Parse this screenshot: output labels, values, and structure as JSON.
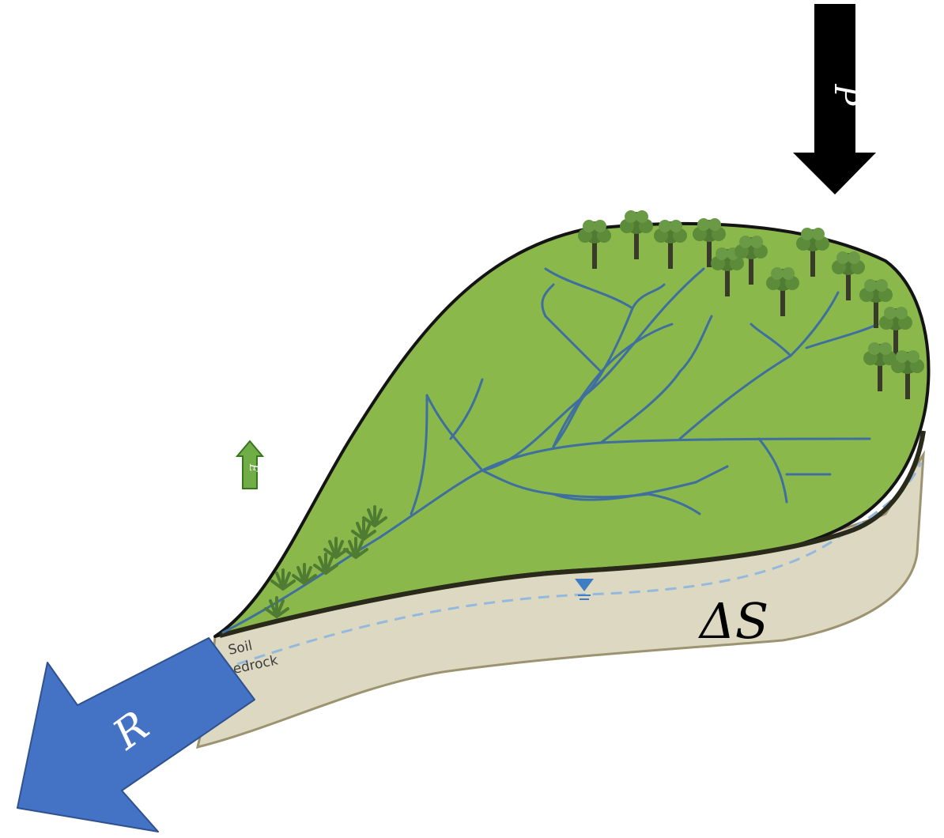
{
  "diagram": {
    "labels": {
      "precipitation": "P",
      "runoff": "R",
      "evapotranspiration": "E",
      "storage_change": "ΔS",
      "soil_layer": "Soil",
      "bedrock_layer": "edrock"
    },
    "colors": {
      "catchment_fill": "#8ab84a",
      "catchment_outline": "#141414",
      "soil_fill": "#ddd8c2",
      "soil_edge": "#9c9370",
      "stream": "#3f6f9e",
      "water_table": "#93b9dc",
      "water_table_marker": "#3e7cc4",
      "tree_canopy": "#4f7b32",
      "tree_trunk": "#3a3a2a",
      "precip_arrow": "#000000",
      "runoff_arrow": "#4472c4",
      "runoff_arrow_edge": "#2f528f",
      "et_arrow": "#70ad47",
      "et_arrow_edge": "#38761d"
    },
    "icons": {
      "tree": "tree-icon",
      "shrub": "shrub-icon",
      "water_table_marker": "water-table-icon"
    }
  }
}
